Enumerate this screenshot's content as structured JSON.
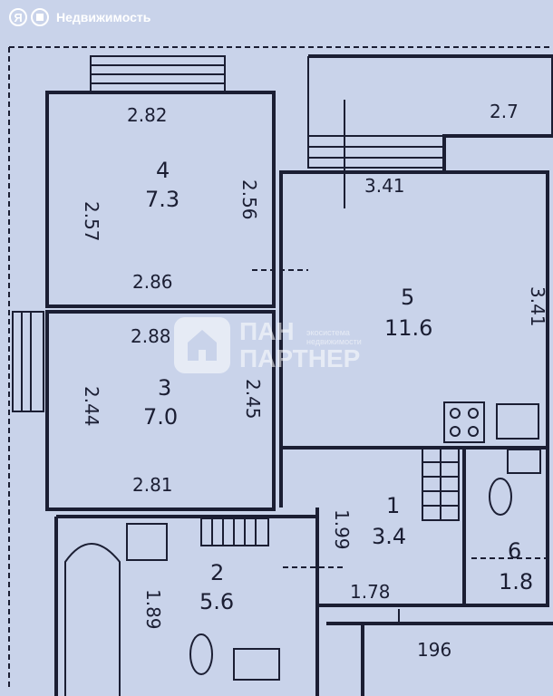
{
  "brand": {
    "logo_letter": "Я",
    "name": "Недвижимость"
  },
  "watermark": {
    "line1": "ПАН",
    "line2": "ПАРТНЕР",
    "tagline": "экосистема недвижимости"
  },
  "rooms": [
    {
      "id": "4",
      "area": "7.3",
      "dims": [
        "2.82",
        "2.57",
        "2.56",
        "2.86"
      ]
    },
    {
      "id": "5",
      "area": "11.6",
      "dims": [
        "3.41",
        "3.41"
      ]
    },
    {
      "id": "3",
      "area": "7.0",
      "dims": [
        "2.88",
        "2.44",
        "2.45",
        "2.81"
      ]
    },
    {
      "id": "1",
      "area": "3.4",
      "dims": [
        "1.99",
        "1.78"
      ]
    },
    {
      "id": "2",
      "area": "5.6",
      "dims": [
        "1.89"
      ]
    },
    {
      "id": "6",
      "area": "1.8",
      "dims": []
    }
  ],
  "balcony": {
    "dim": "2.7"
  },
  "extra": {
    "dim": "196"
  }
}
